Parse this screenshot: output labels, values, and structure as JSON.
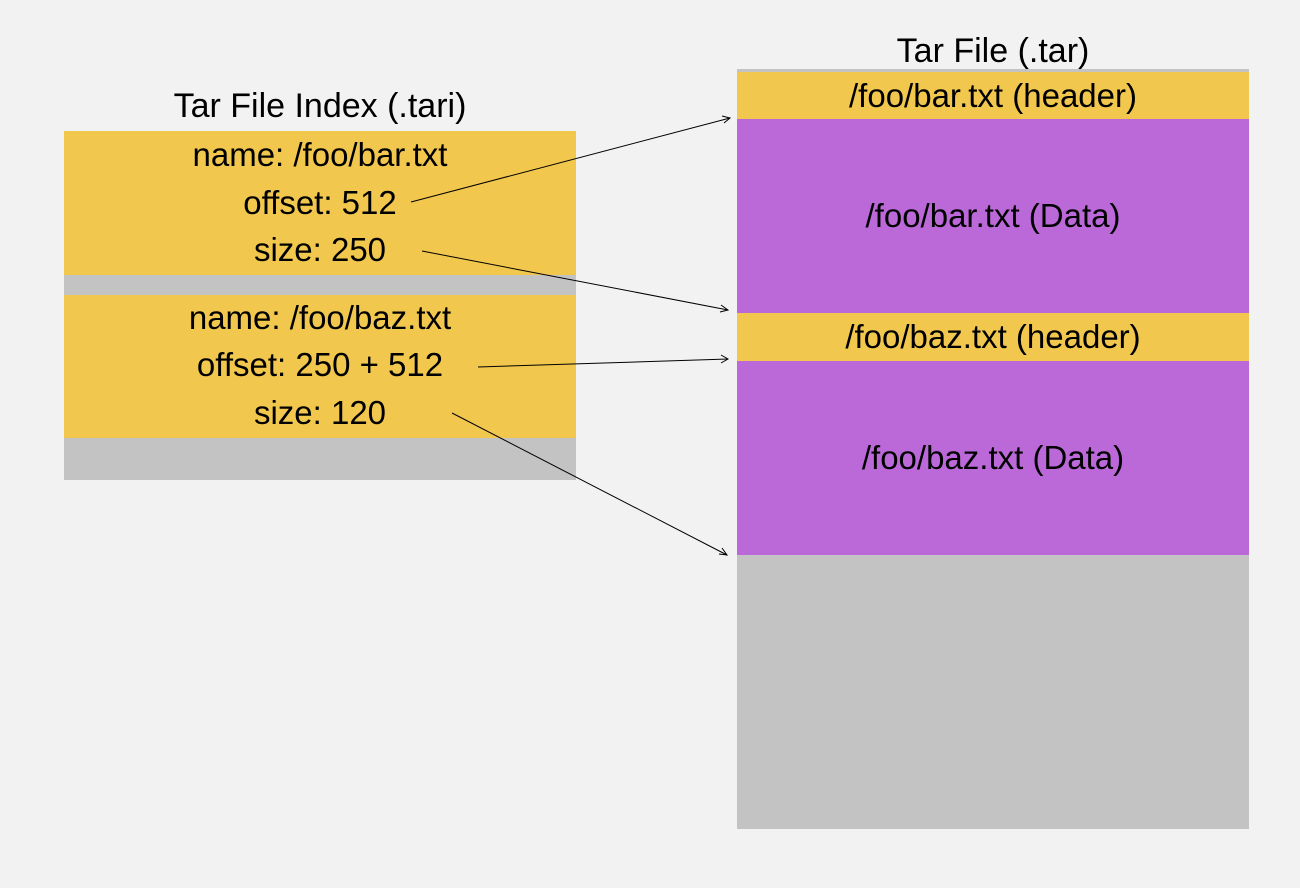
{
  "index": {
    "title": "Tar File Index (.tari)",
    "entries": [
      {
        "name_line": "name: /foo/bar.txt",
        "offset_line": "offset: 512",
        "size_line": "size: 250"
      },
      {
        "name_line": "name: /foo/baz.txt",
        "offset_line": "offset: 250 + 512",
        "size_line": "size: 120"
      }
    ]
  },
  "tar": {
    "title": "Tar File (.tar)",
    "blocks": [
      {
        "label": "/foo/bar.txt (header)",
        "kind": "header"
      },
      {
        "label": "/foo/bar.txt (Data)",
        "kind": "data"
      },
      {
        "label": "/foo/baz.txt (header)",
        "kind": "header"
      },
      {
        "label": "/foo/baz.txt (Data)",
        "kind": "data"
      }
    ]
  },
  "colors": {
    "background": "#f2f2f2",
    "entry": "#f1c74e",
    "header": "#f1c74e",
    "data": "#bb68d9",
    "empty": "#c3c3c3",
    "arrow": "#000000"
  }
}
